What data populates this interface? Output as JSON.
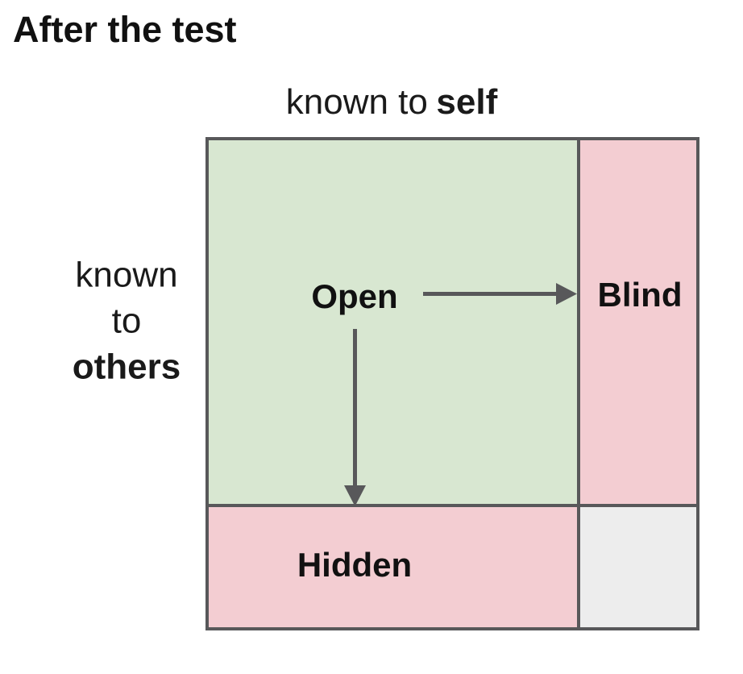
{
  "title": "After the test",
  "axis_labels": {
    "top": {
      "regular": "known to",
      "bold": "self"
    },
    "left": {
      "lines": [
        "known",
        "to"
      ],
      "bold_line": "others"
    }
  },
  "quadrants": {
    "open": {
      "label": "Open",
      "color": "#d8e7d1"
    },
    "blind": {
      "label": "Blind",
      "color": "#f3cdd2"
    },
    "hidden": {
      "label": "Hidden",
      "color": "#f3cdd2"
    },
    "unknown": {
      "label": "",
      "color": "#ededed"
    }
  },
  "arrows": {
    "open_to_blind": {
      "from": "Open",
      "to": "Blind",
      "direction": "right"
    },
    "open_to_hidden": {
      "from": "Open",
      "to": "Hidden",
      "direction": "down"
    }
  },
  "colors": {
    "background": "#ffffff",
    "line": "#58585a",
    "text": "#111111"
  }
}
